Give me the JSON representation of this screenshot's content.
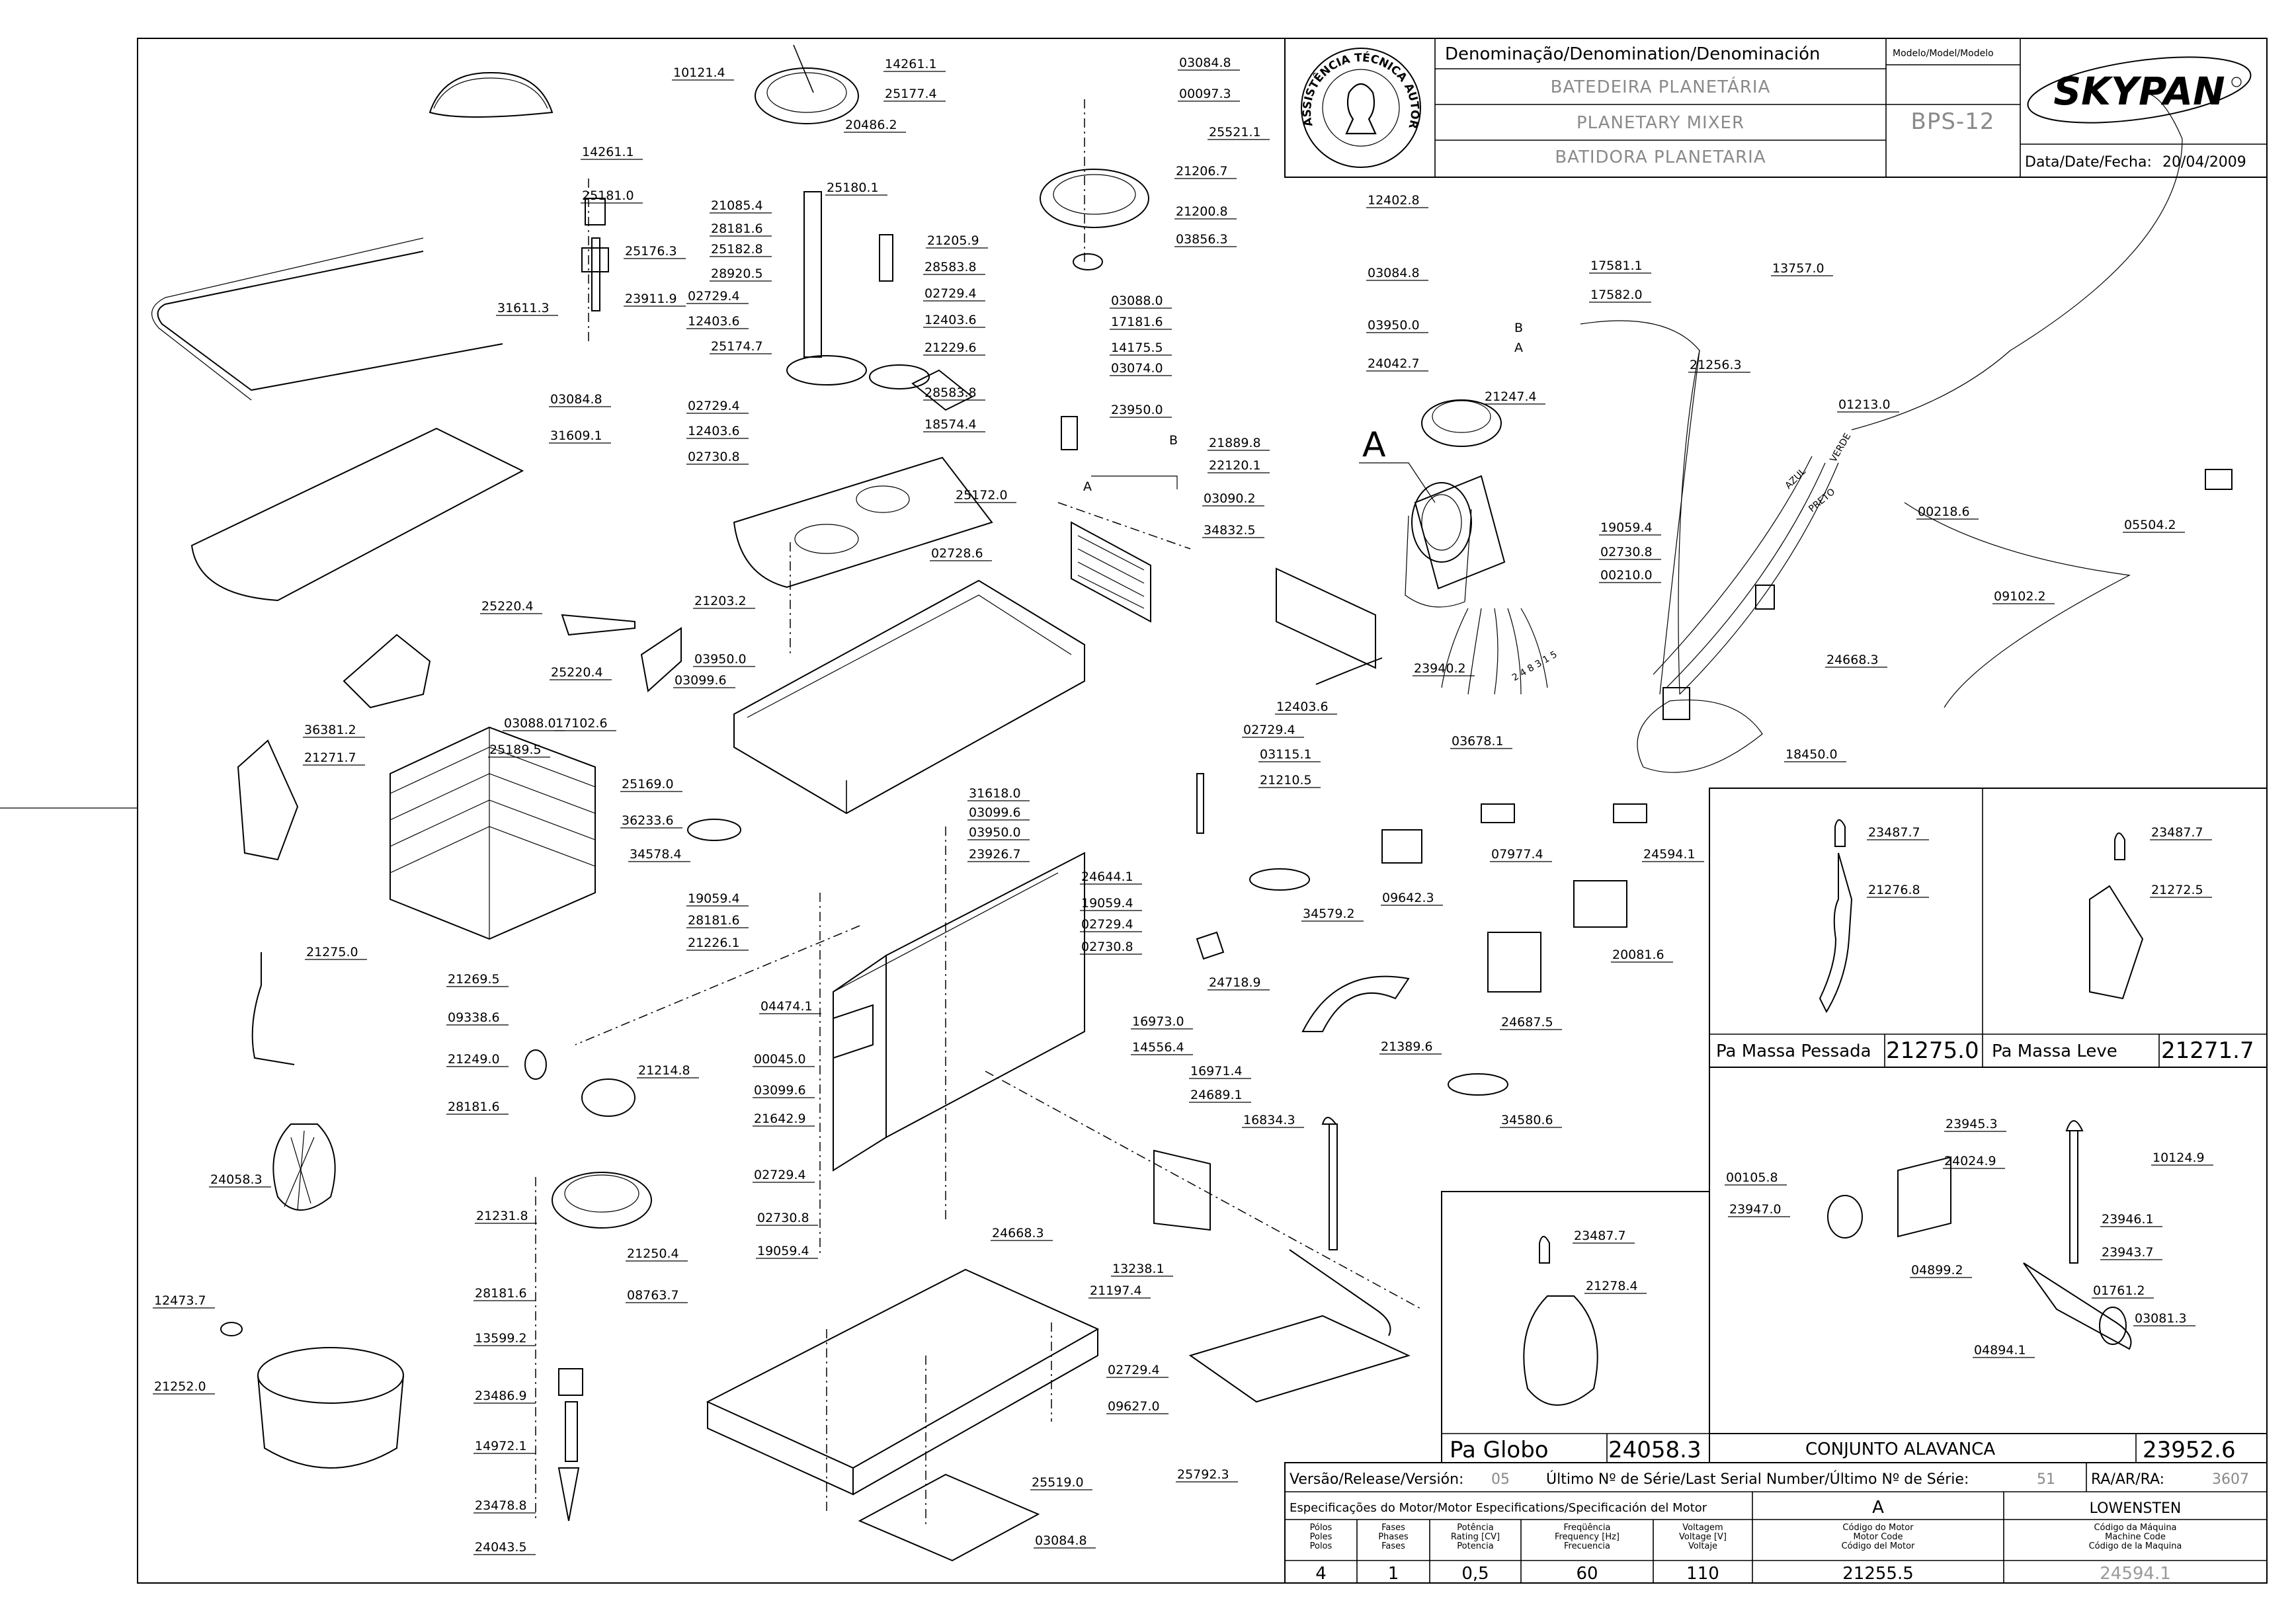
{
  "title_block": {
    "denomination_header": "Denominação/Denomination/Denominación",
    "model_header": "Modelo/Model/Modelo",
    "name_pt": "BATEDEIRA PLANETÁRIA",
    "name_en": "PLANETARY MIXER",
    "name_es": "BATIDORA PLANETARIA",
    "model": "BPS-12",
    "brand": "SKYPAN",
    "date_label": "Data/Date/Fecha:",
    "date_value": "20/04/2009",
    "seal_text": "ASSISTÊNCIA TÉCNICA AUTORIZADA"
  },
  "callouts": [
    {
      "label": "10121.4"
    },
    {
      "label": "14261.1"
    },
    {
      "label": "25177.4"
    },
    {
      "label": "03084.8"
    },
    {
      "label": "00097.3"
    },
    {
      "label": "25521.1"
    },
    {
      "label": "14261.1"
    },
    {
      "label": "20486.2"
    },
    {
      "label": "25181.0"
    },
    {
      "label": "25180.1"
    },
    {
      "label": "21206.7"
    },
    {
      "label": "21085.4"
    },
    {
      "label": "28181.6"
    },
    {
      "label": "25182.8"
    },
    {
      "label": "21200.8"
    },
    {
      "label": "03856.3"
    },
    {
      "label": "25176.3"
    },
    {
      "label": "28920.5"
    },
    {
      "label": "21205.9"
    },
    {
      "label": "28583.8"
    },
    {
      "label": "02729.4"
    },
    {
      "label": "02729.4"
    },
    {
      "label": "23911.9"
    },
    {
      "label": "12403.6"
    },
    {
      "label": "12403.6"
    },
    {
      "label": "25174.7"
    },
    {
      "label": "21229.6"
    },
    {
      "label": "31611.3"
    },
    {
      "label": "28583.8"
    },
    {
      "label": "02729.4"
    },
    {
      "label": "18574.4"
    },
    {
      "label": "03084.8"
    },
    {
      "label": "12403.6"
    },
    {
      "label": "31609.1"
    },
    {
      "label": "02730.8"
    },
    {
      "label": "25172.0"
    },
    {
      "label": "02728.6"
    },
    {
      "label": "03088.0"
    },
    {
      "label": "17181.6"
    },
    {
      "label": "14175.5"
    },
    {
      "label": "03074.0"
    },
    {
      "label": "23950.0"
    },
    {
      "label": "21889.8"
    },
    {
      "label": "22120.1"
    },
    {
      "label": "03090.2"
    },
    {
      "label": "34832.5"
    },
    {
      "label": "12402.8"
    },
    {
      "label": "03084.8"
    },
    {
      "label": "17581.1"
    },
    {
      "label": "17582.0"
    },
    {
      "label": "13757.0"
    },
    {
      "label": "03950.0"
    },
    {
      "label": "24042.7"
    },
    {
      "label": "21256.3"
    },
    {
      "label": "21247.4"
    },
    {
      "label": "01213.0"
    },
    {
      "label": "19059.4"
    },
    {
      "label": "02730.8"
    },
    {
      "label": "00218.6"
    },
    {
      "label": "05504.2"
    },
    {
      "label": "00210.0"
    },
    {
      "label": "09102.2"
    },
    {
      "label": "23940.2"
    },
    {
      "label": "24668.3"
    },
    {
      "label": "12403.6"
    },
    {
      "label": "02729.4"
    },
    {
      "label": "03678.1"
    },
    {
      "label": "03115.1"
    },
    {
      "label": "18450.0"
    },
    {
      "label": "21210.5"
    },
    {
      "label": "25220.4"
    },
    {
      "label": "21203.2"
    },
    {
      "label": "25220.4"
    },
    {
      "label": "03950.0"
    },
    {
      "label": "03099.6"
    },
    {
      "label": "17102.6"
    },
    {
      "label": "36381.2"
    },
    {
      "label": "03088.0"
    },
    {
      "label": "25189.5"
    },
    {
      "label": "21271.7"
    },
    {
      "label": "25169.0"
    },
    {
      "label": "36233.6"
    },
    {
      "label": "34578.4"
    },
    {
      "label": "31618.0"
    },
    {
      "label": "03099.6"
    },
    {
      "label": "03950.0"
    },
    {
      "label": "23926.7"
    },
    {
      "label": "07977.4"
    },
    {
      "label": "24594.1"
    },
    {
      "label": "19059.4"
    },
    {
      "label": "28181.6"
    },
    {
      "label": "21226.1"
    },
    {
      "label": "24644.1"
    },
    {
      "label": "19059.4"
    },
    {
      "label": "02729.4"
    },
    {
      "label": "02730.8"
    },
    {
      "label": "34579.2"
    },
    {
      "label": "09642.3"
    },
    {
      "label": "20081.6"
    },
    {
      "label": "21275.0"
    },
    {
      "label": "21269.5"
    },
    {
      "label": "09338.6"
    },
    {
      "label": "21249.0"
    },
    {
      "label": "21214.8"
    },
    {
      "label": "28181.6"
    },
    {
      "label": "04474.1"
    },
    {
      "label": "24718.9"
    },
    {
      "label": "24687.5"
    },
    {
      "label": "21389.6"
    },
    {
      "label": "00045.0"
    },
    {
      "label": "03099.6"
    },
    {
      "label": "16973.0"
    },
    {
      "label": "14556.4"
    },
    {
      "label": "16971.4"
    },
    {
      "label": "24689.1"
    },
    {
      "label": "16834.3"
    },
    {
      "label": "21642.9"
    },
    {
      "label": "24058.3"
    },
    {
      "label": "34580.6"
    },
    {
      "label": "02729.4"
    },
    {
      "label": "21231.8"
    },
    {
      "label": "02730.8"
    },
    {
      "label": "24668.3"
    },
    {
      "label": "21250.4"
    },
    {
      "label": "19059.4"
    },
    {
      "label": "13238.1"
    },
    {
      "label": "28181.6"
    },
    {
      "label": "08763.7"
    },
    {
      "label": "21197.4"
    },
    {
      "label": "12473.7"
    },
    {
      "label": "13599.2"
    },
    {
      "label": "21252.0"
    },
    {
      "label": "23486.9"
    },
    {
      "label": "02729.4"
    },
    {
      "label": "09627.0"
    },
    {
      "label": "14972.1"
    },
    {
      "label": "25792.3"
    },
    {
      "label": "25519.0"
    },
    {
      "label": "23478.8"
    },
    {
      "label": "03084.8"
    },
    {
      "label": "24043.5"
    }
  ],
  "inset_panels": {
    "heavy_hook": {
      "title": "Pa Massa Pessada",
      "code": "21275.0",
      "parts": [
        "23487.7",
        "21276.8"
      ]
    },
    "light_beater": {
      "title": "Pa Massa Leve",
      "code": "21271.7",
      "parts": [
        "23487.7",
        "21272.5"
      ]
    },
    "lever_assembly": {
      "title": "CONJUNTO ALAVANCA",
      "code": "23952.6",
      "parts": [
        "23945.3",
        "10124.9",
        "00105.8",
        "24024.9",
        "23947.0",
        "23946.1",
        "04899.2",
        "23943.7",
        "01761.2",
        "03081.3",
        "04894.1"
      ]
    },
    "whisk": {
      "title": "Pa Globo",
      "code": "24058.3",
      "parts": [
        "23487.7",
        "21278.4"
      ]
    }
  },
  "wire_labels": {
    "a": "A",
    "b": "B",
    "green": "VERDE",
    "blue": "AZUL",
    "black": "PRETO",
    "numbers": "2 4 8 3 1 5",
    "motor": "A",
    "arrow_b": "B",
    "arrow_a": "A"
  },
  "release_row": {
    "version_label": "Versão/Release/Versión:",
    "version_value": "05",
    "serial_label": "Último Nº de Série/Last Serial Number/Último Nº de Série:",
    "serial_value": "51",
    "ra_label": "RA/AR/RA:",
    "ra_value": "3607"
  },
  "motor_spec": {
    "header": "Especificações do Motor/Motor Especifications/Specificación del Motor",
    "motor_letter": "A",
    "maker": "LOWENSTEN",
    "columns": [
      {
        "label": "Pólos\nPoles\nPolos",
        "value": "4"
      },
      {
        "label": "Fases\nPhases\nFases",
        "value": "1"
      },
      {
        "label": "Potência\nRating [CV]\nPotencia",
        "value": "0,5"
      },
      {
        "label": "Freqüência\nFrequency [Hz]\nFrecuencia",
        "value": "60"
      },
      {
        "label": "Voltagem\nVoltage [V]\nVoltaje",
        "value": "110"
      },
      {
        "label": "Código do Motor\nMotor Code\nCódigo del Motor",
        "value": "21255.5"
      },
      {
        "label": "Código da Máquina\nMachine Code\nCódigo de la Maquina",
        "value": "24594.1"
      }
    ]
  }
}
